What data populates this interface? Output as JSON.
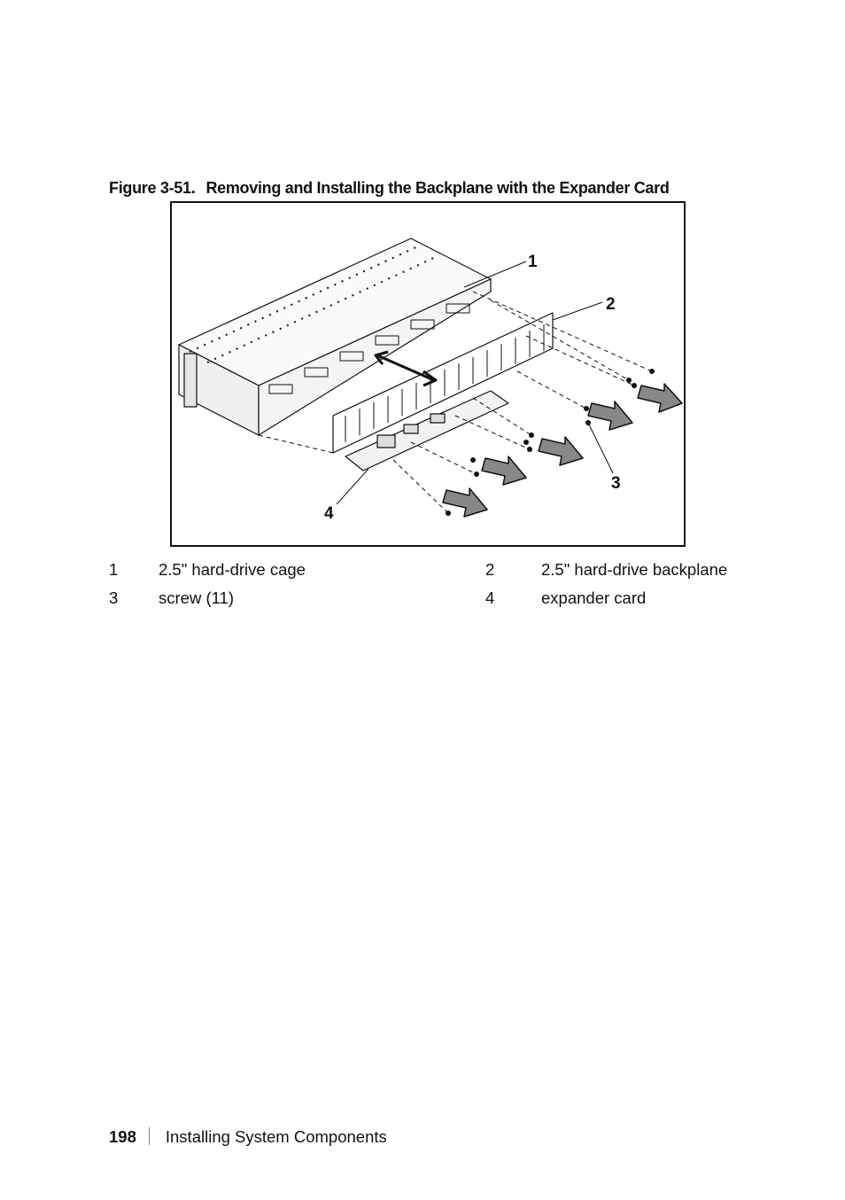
{
  "figure": {
    "number": "Figure 3-51.",
    "title": "Removing and Installing the Backplane with the Expander Card",
    "callouts": [
      "1",
      "2",
      "3",
      "4"
    ]
  },
  "legend": [
    {
      "num": "1",
      "label": "2.5\" hard-drive cage"
    },
    {
      "num": "2",
      "label": "2.5\" hard-drive backplane"
    },
    {
      "num": "3",
      "label": "screw (11)"
    },
    {
      "num": "4",
      "label": "expander card"
    }
  ],
  "footer": {
    "page_number": "198",
    "section": "Installing System Components"
  }
}
